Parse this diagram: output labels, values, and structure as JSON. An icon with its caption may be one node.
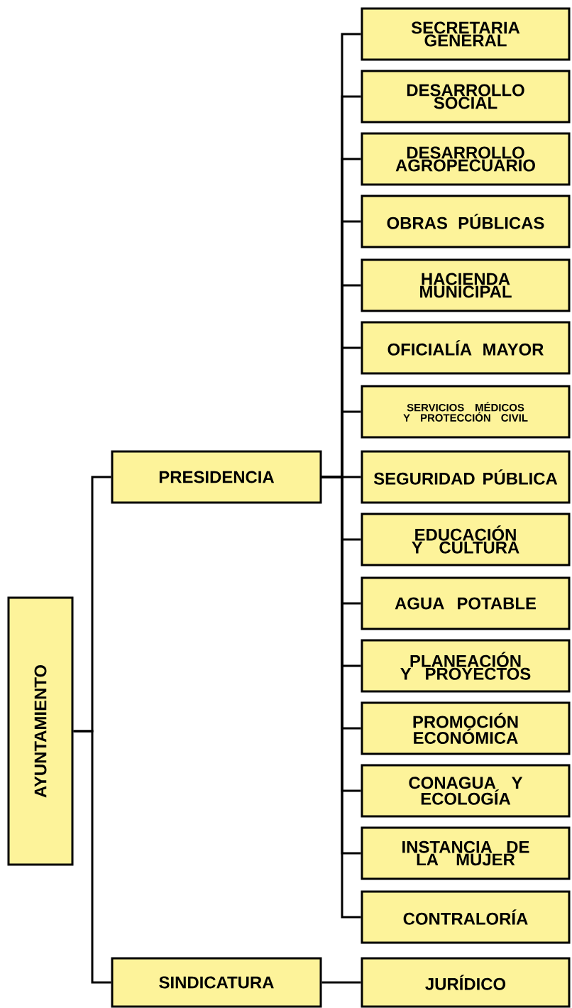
{
  "diagram": {
    "nodes": [
      {
        "text": [
          "AYUNTAMIENTO"
        ]
      },
      {
        "text": [
          "PRESIDENCIA"
        ]
      },
      {
        "text": [
          "SECRETARIA GENERAL"
        ]
      },
      {
        "text": [
          "DESARROLLO SOCIAL"
        ]
      },
      {
        "text": [
          "DESARROLLO AGROPECUARIO"
        ]
      },
      {
        "text": [
          "OBRAS PÚBLICAS"
        ]
      },
      {
        "text": [
          "HACIENDA MUNICIPAL"
        ]
      },
      {
        "text": [
          "OFICIALÍA MAYOR"
        ]
      },
      {
        "text": [
          "SERVICIOS MÉDICOS Y PROTECCIÓN CIVIL"
        ]
      },
      {
        "text": [
          "SEGURIDAD PÚBLICA"
        ]
      },
      {
        "text": [
          "EDUCACIÓN Y CULTURA"
        ]
      },
      {
        "text": [
          "AGUA POTABLE"
        ]
      },
      {
        "text": [
          "PLANEACIÓN Y PROYECTOS"
        ]
      },
      {
        "text": [
          "PROMOCIÓN ECONÓMICA"
        ]
      },
      {
        "text": [
          "CONAGUA Y ECOLOGÍA"
        ]
      },
      {
        "text": [
          "INSTANCIA DE LA MUJER"
        ]
      },
      {
        "text": [
          "CONTRALORÍA"
        ]
      },
      {
        "text": [
          "SINDICATURA"
        ]
      },
      {
        "text": [
          "JURÍDICO"
        ]
      }
    ],
    "edges": [
      {
        "from": 0,
        "to": 1,
        "arrow": "none"
      },
      {
        "from": 0,
        "to": 17,
        "arrow": "none"
      },
      {
        "from": 1,
        "to": 2,
        "arrow": "none"
      },
      {
        "from": 1,
        "to": 3,
        "arrow": "none"
      },
      {
        "from": 1,
        "to": 4,
        "arrow": "none"
      },
      {
        "from": 1,
        "to": 5,
        "arrow": "none"
      },
      {
        "from": 1,
        "to": 6,
        "arrow": "none"
      },
      {
        "from": 1,
        "to": 7,
        "arrow": "none"
      },
      {
        "from": 1,
        "to": 8,
        "arrow": "none"
      },
      {
        "from": 1,
        "to": 9,
        "arrow": "none"
      },
      {
        "from": 1,
        "to": 10,
        "arrow": "none"
      },
      {
        "from": 1,
        "to": 11,
        "arrow": "none"
      },
      {
        "from": 1,
        "to": 12,
        "arrow": "none"
      },
      {
        "from": 1,
        "to": 13,
        "arrow": "none"
      },
      {
        "from": 1,
        "to": 14,
        "arrow": "none"
      },
      {
        "from": 1,
        "to": 15,
        "arrow": "none"
      },
      {
        "from": 1,
        "to": 16,
        "arrow": "none"
      },
      {
        "from": 17,
        "to": 18,
        "arrow": "none"
      }
    ]
  }
}
